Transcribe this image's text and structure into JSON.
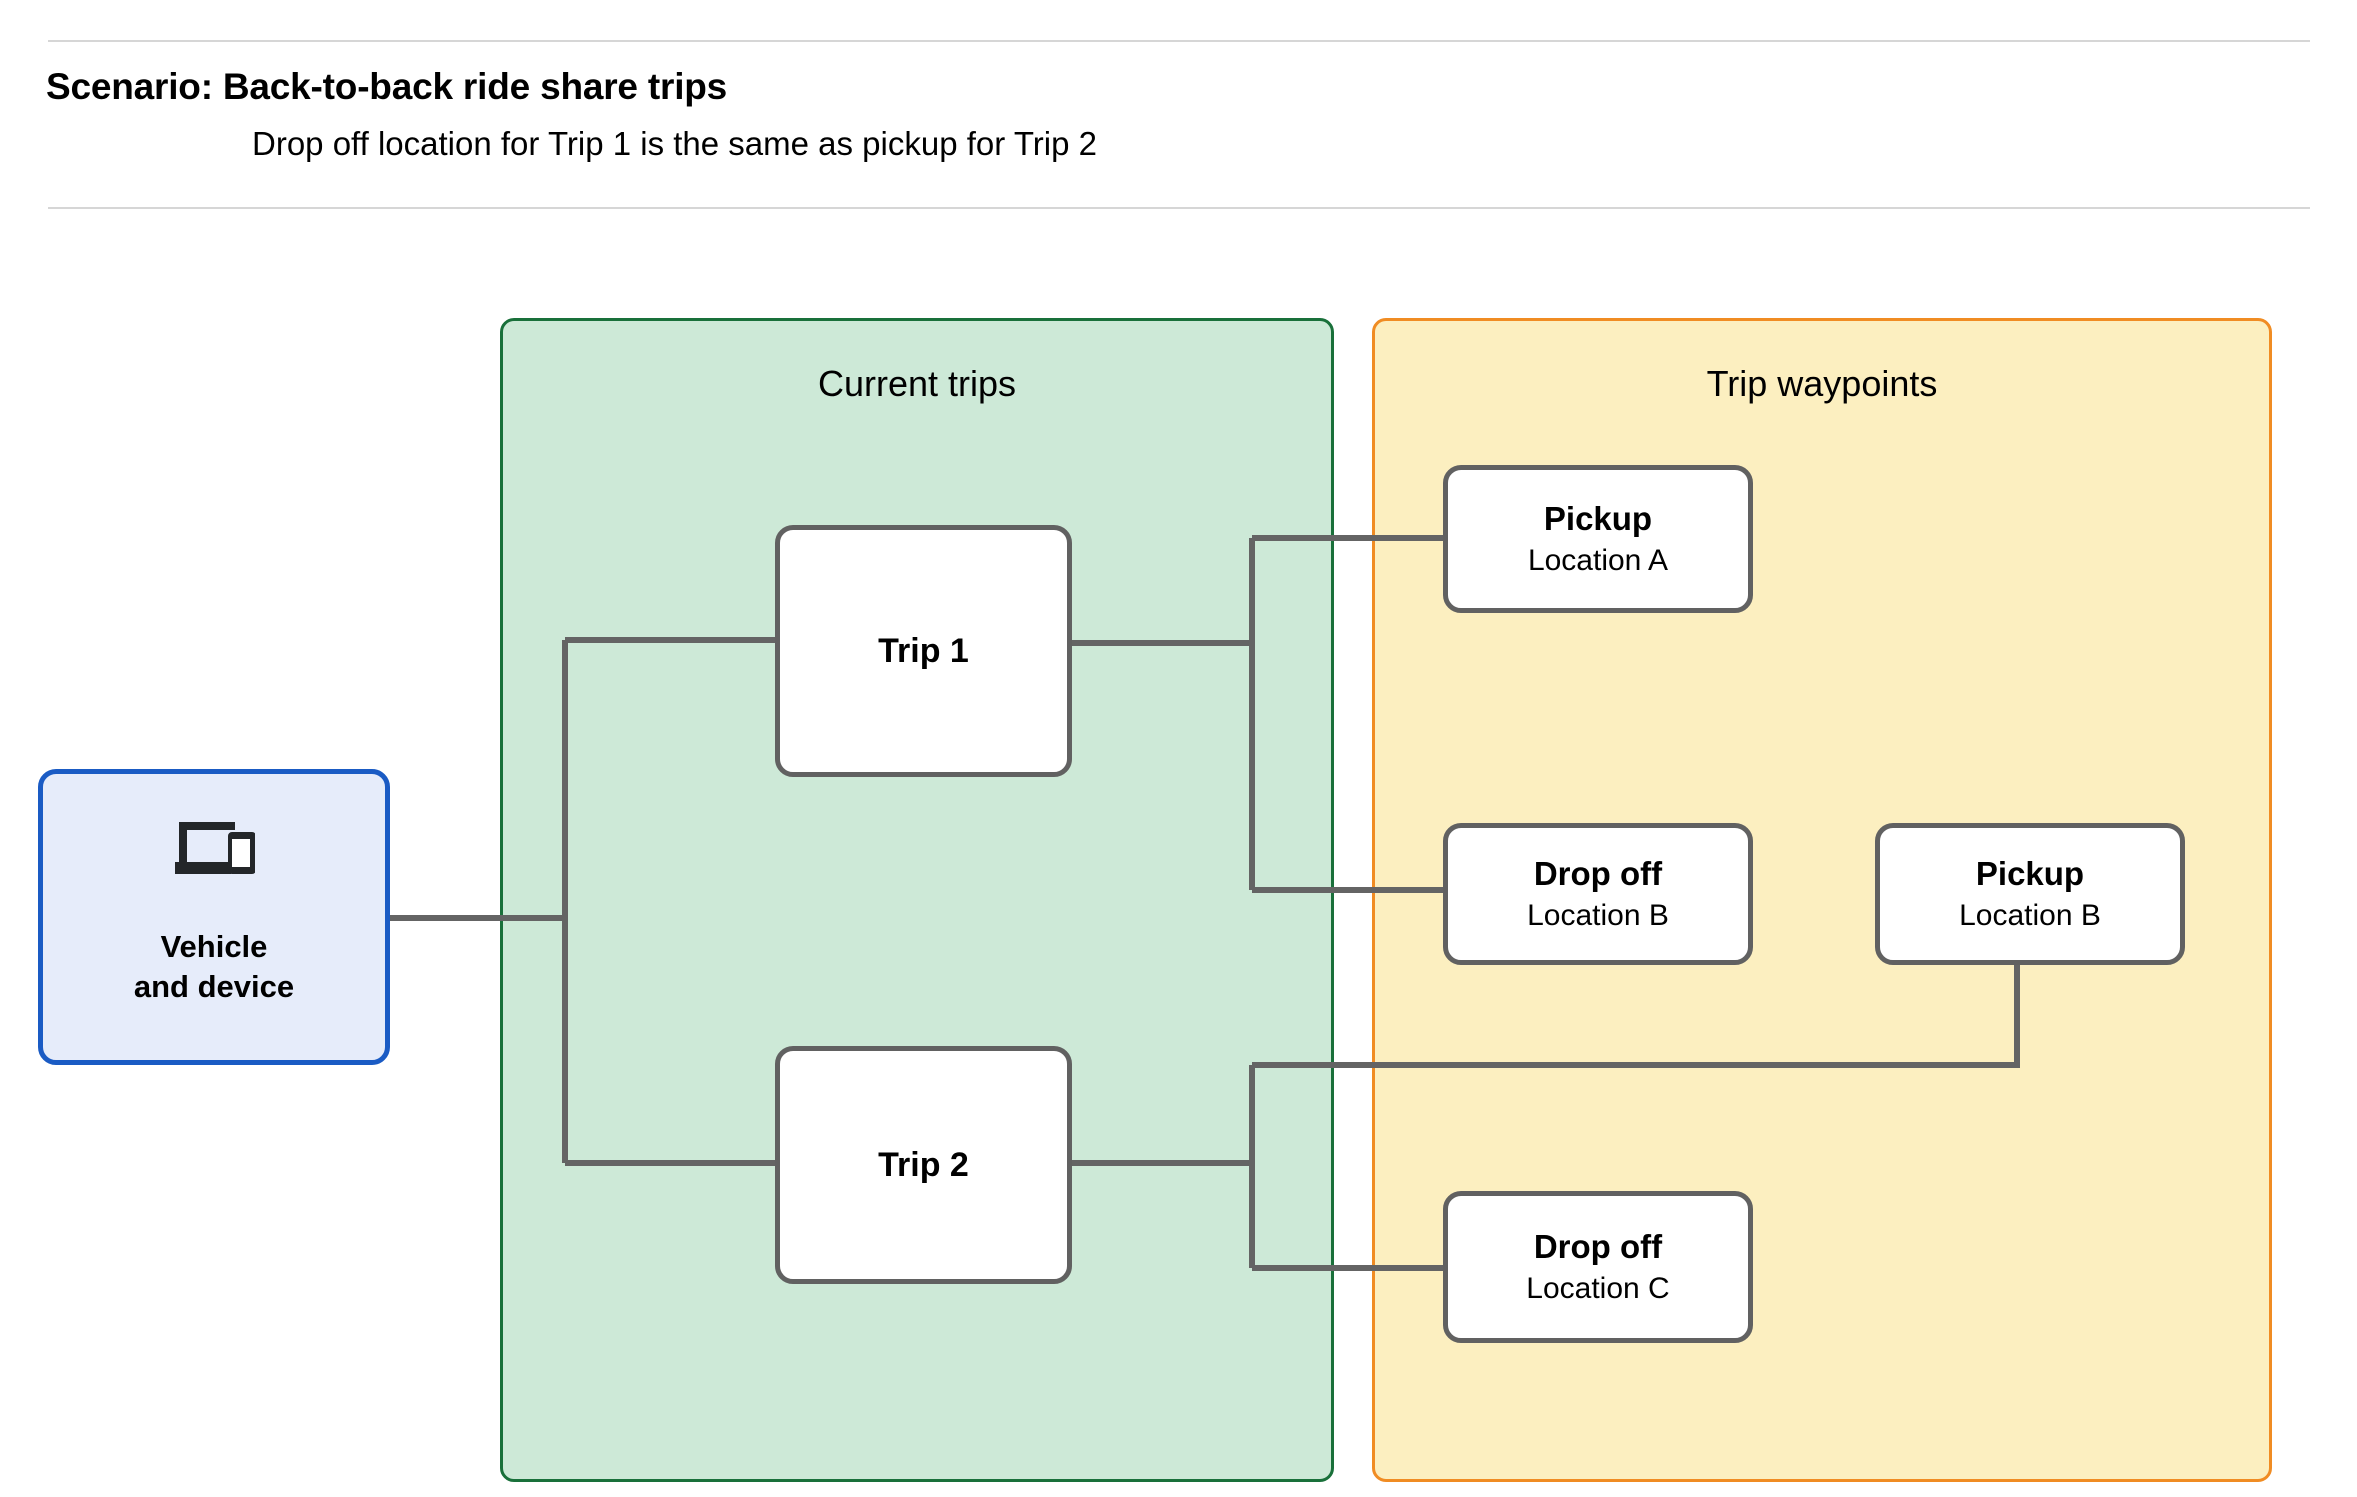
{
  "header": {
    "title": "Scenario: Back-to-back ride share trips",
    "subtitle": "Drop off  location for Trip 1 is the same as pickup for Trip 2"
  },
  "groups": {
    "current_trips": {
      "title": "Current trips",
      "fill": "#cde9d7",
      "border": "#19703a"
    },
    "trip_waypoints": {
      "title": "Trip waypoints",
      "fill": "#fcefc0",
      "border": "#f08c23"
    }
  },
  "vehicle": {
    "icon": "devices-icon",
    "label": "Vehicle\nand device",
    "fill": "#e6ecfa",
    "border": "#1a5bc4"
  },
  "trips": [
    {
      "label": "Trip 1"
    },
    {
      "label": "Trip 2"
    }
  ],
  "waypoints": [
    {
      "type": "Pickup",
      "location": "Location A"
    },
    {
      "type": "Drop off",
      "location": "Location B"
    },
    {
      "type": "Pickup",
      "location": "Location B"
    },
    {
      "type": "Drop off",
      "location": "Location C"
    }
  ],
  "connector_color": "#646464"
}
